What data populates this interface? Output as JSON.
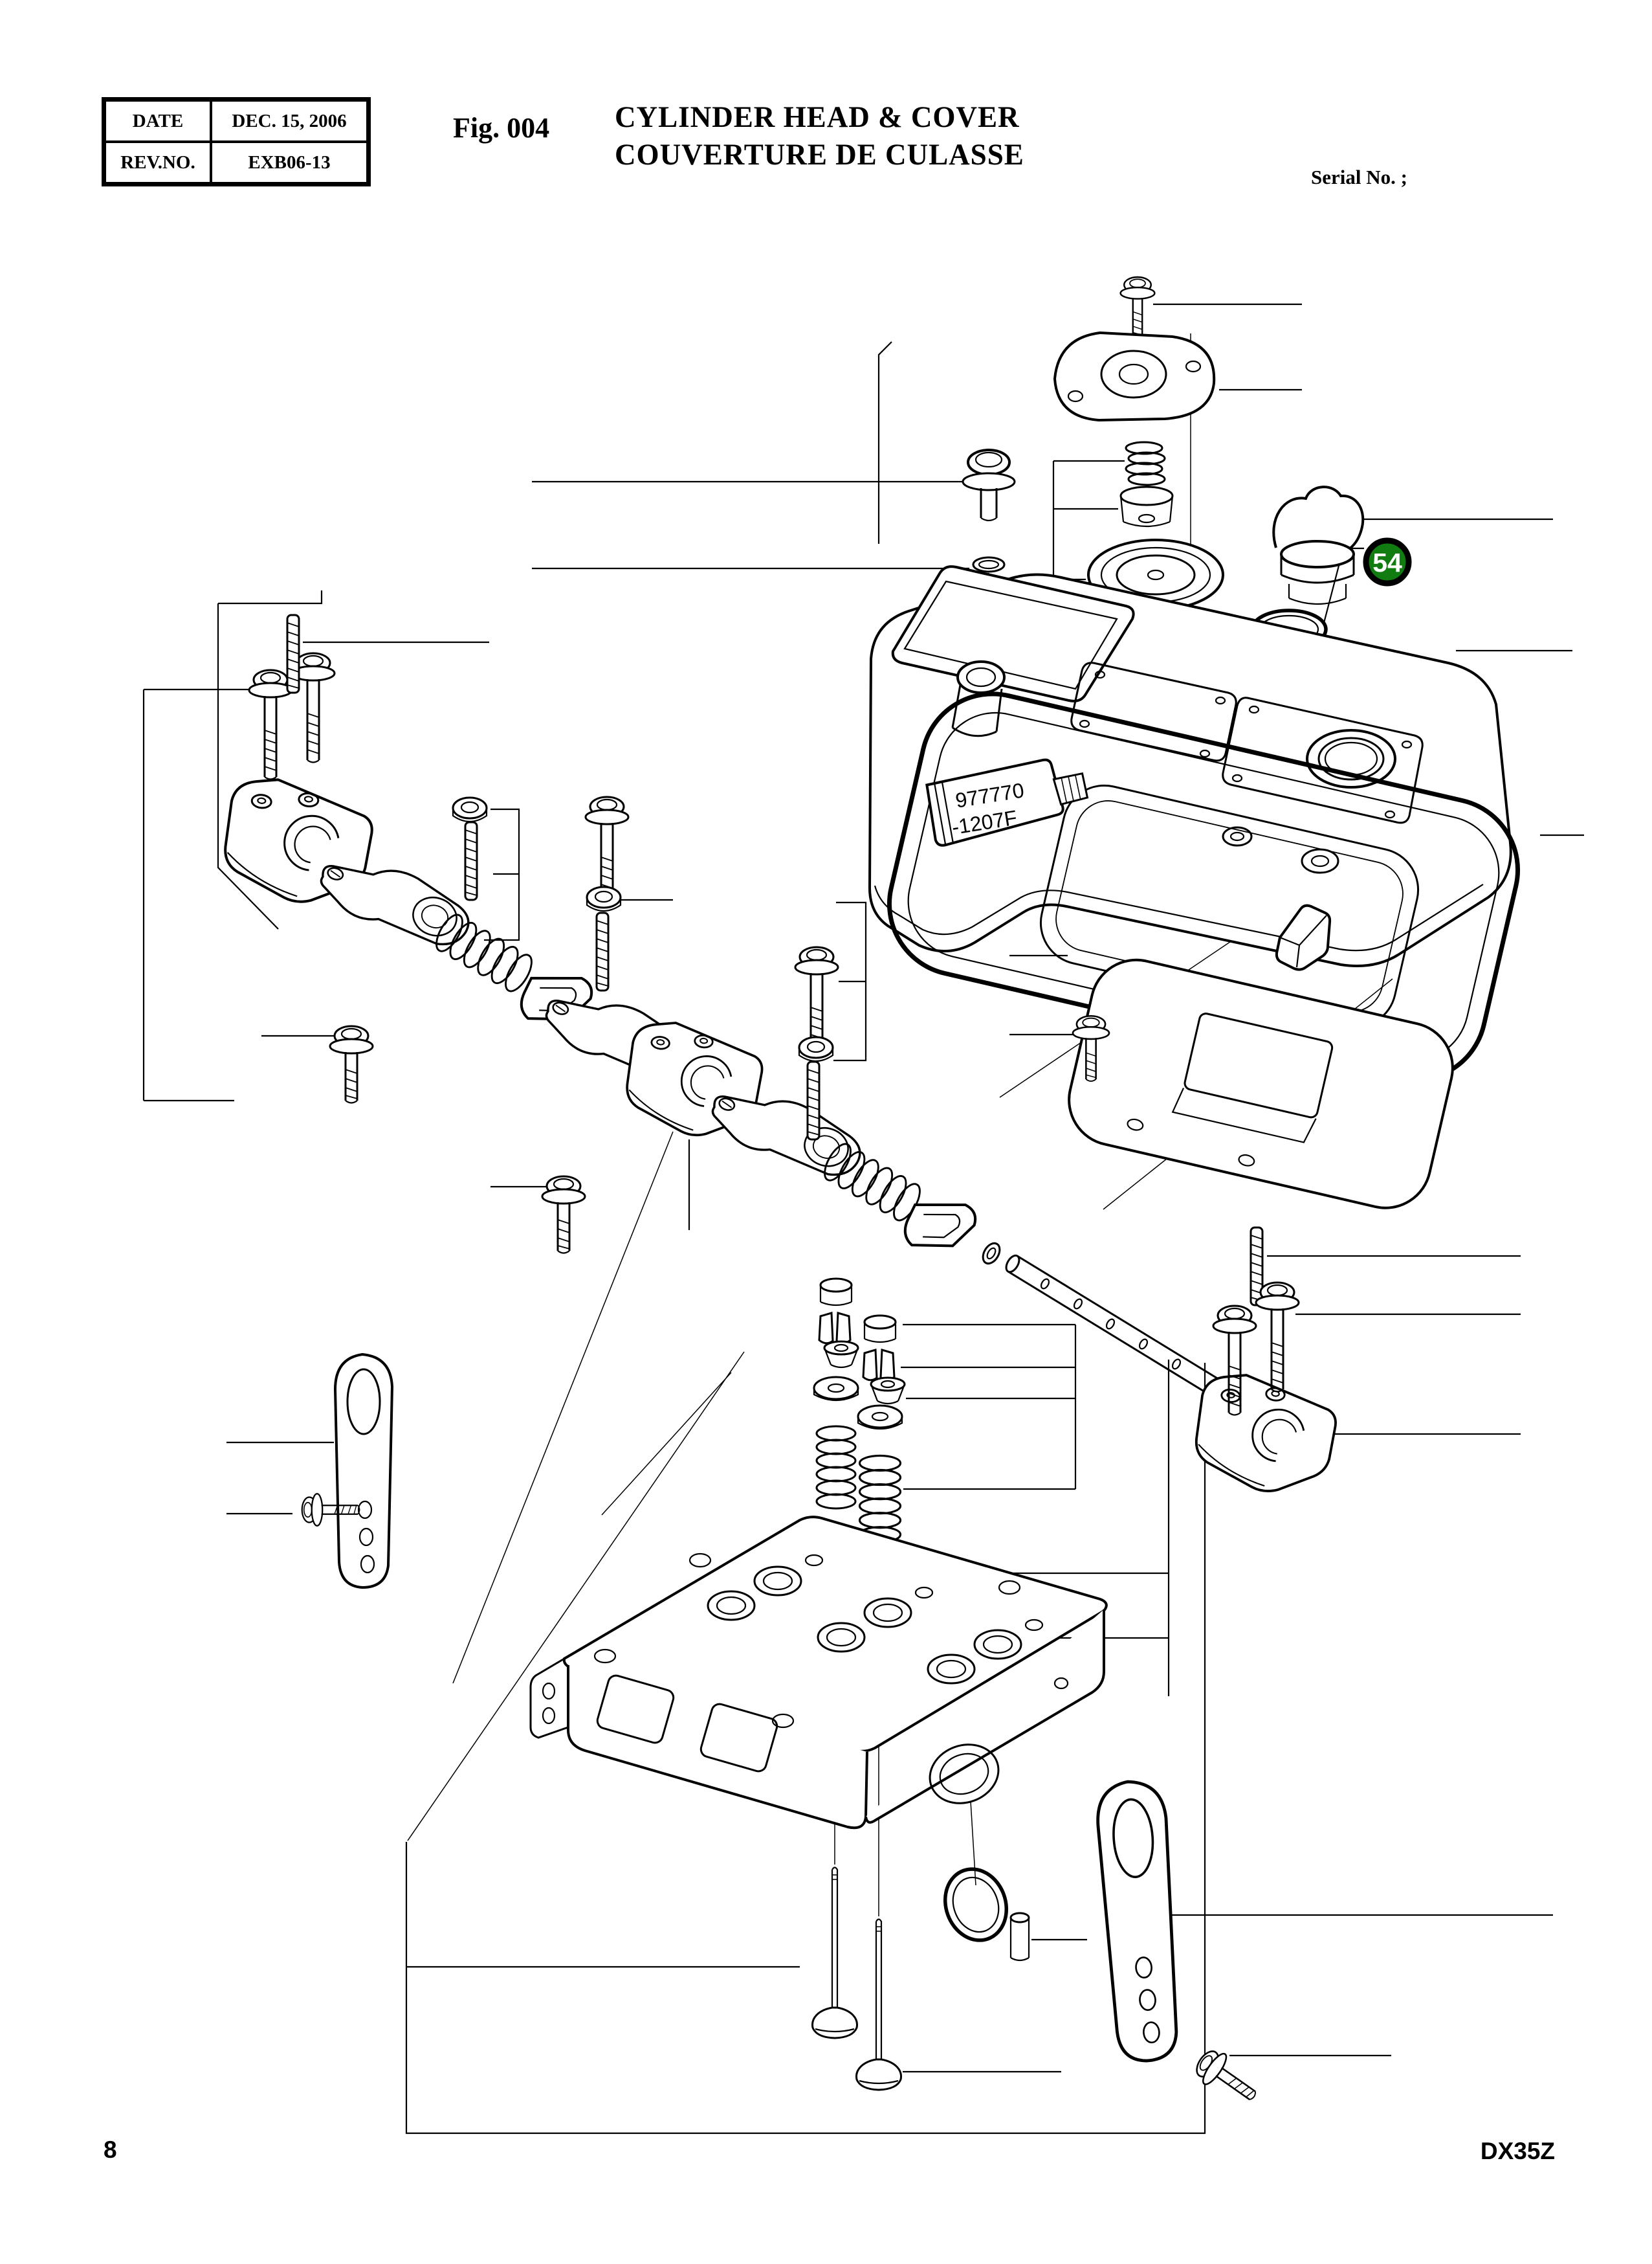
{
  "header": {
    "info_table": {
      "rows": [
        {
          "label": "DATE",
          "value": "DEC. 15, 2006"
        },
        {
          "label": "REV.NO.",
          "value": "EXB06-13"
        }
      ]
    },
    "figure_label": "Fig. 004",
    "title_en": "CYLINDER HEAD & COVER",
    "title_fr": "COUVERTURE DE CULASSE",
    "serial_label": "Serial No. ;"
  },
  "diagram": {
    "callout_badge": {
      "number": "54",
      "fill_color": "#117d11"
    },
    "sealant_tube": {
      "line1": "977770",
      "line2": "-1207F"
    }
  },
  "footer": {
    "page_number": "8",
    "model_code": "DX35Z"
  }
}
